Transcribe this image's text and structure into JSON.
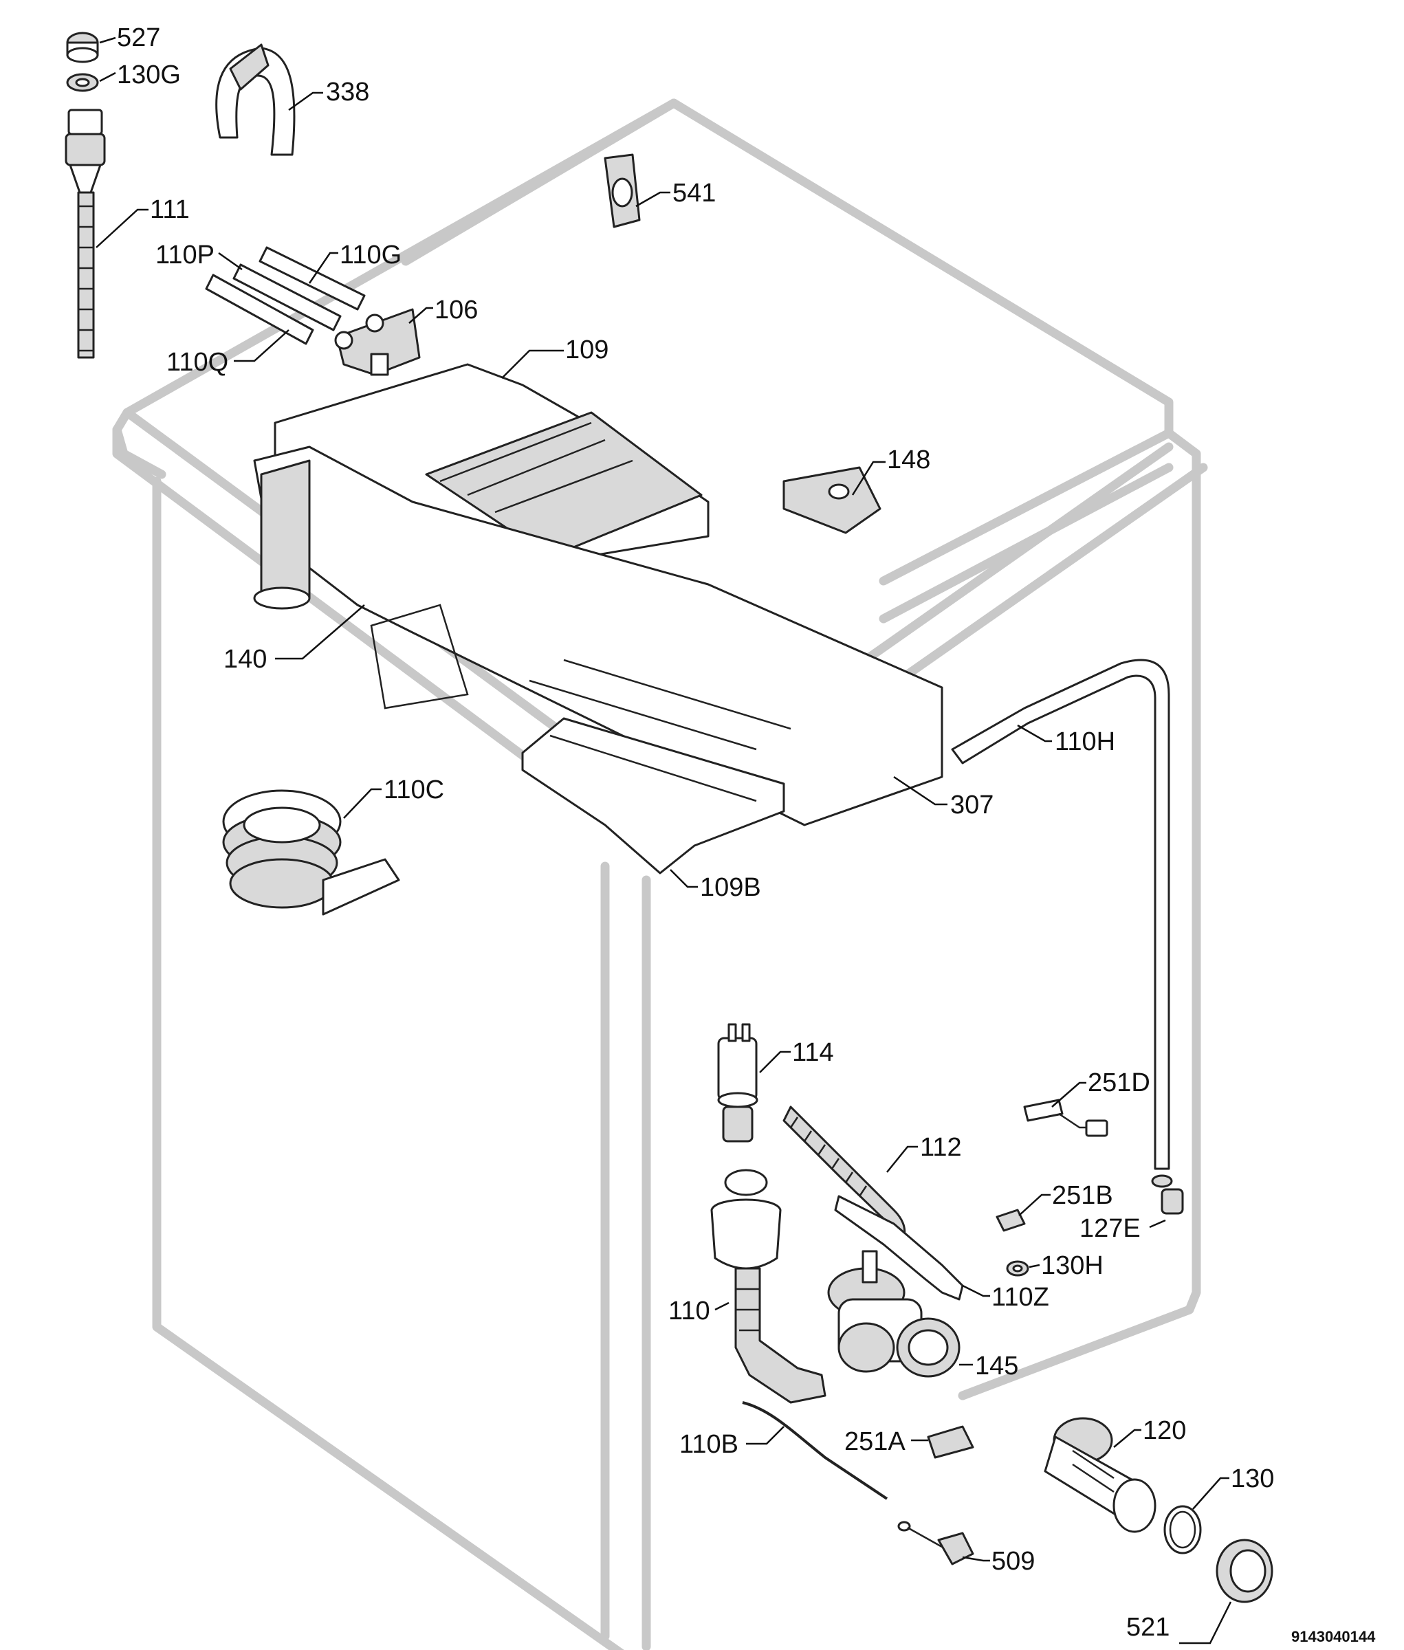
{
  "diagram": {
    "type": "exploded-parts-view",
    "document_number": "9143040144",
    "callouts": [
      {
        "id": "c527",
        "label": "527"
      },
      {
        "id": "c130g",
        "label": "130G"
      },
      {
        "id": "c338",
        "label": "338"
      },
      {
        "id": "c111",
        "label": "111"
      },
      {
        "id": "c541",
        "label": "541"
      },
      {
        "id": "c110p",
        "label": "110P"
      },
      {
        "id": "c110g",
        "label": "110G"
      },
      {
        "id": "c106",
        "label": "106"
      },
      {
        "id": "c110q",
        "label": "110Q"
      },
      {
        "id": "c109",
        "label": "109"
      },
      {
        "id": "c148",
        "label": "148"
      },
      {
        "id": "c140",
        "label": "140"
      },
      {
        "id": "c110h",
        "label": "110H"
      },
      {
        "id": "c307",
        "label": "307"
      },
      {
        "id": "c110c",
        "label": "110C"
      },
      {
        "id": "c109b",
        "label": "109B"
      },
      {
        "id": "c114",
        "label": "114"
      },
      {
        "id": "c251d",
        "label": "251D"
      },
      {
        "id": "c112",
        "label": "112"
      },
      {
        "id": "c251b",
        "label": "251B"
      },
      {
        "id": "c127e",
        "label": "127E"
      },
      {
        "id": "c130h",
        "label": "130H"
      },
      {
        "id": "c110",
        "label": "110"
      },
      {
        "id": "c110z",
        "label": "110Z"
      },
      {
        "id": "c145",
        "label": "145"
      },
      {
        "id": "c120",
        "label": "120"
      },
      {
        "id": "c110b",
        "label": "110B"
      },
      {
        "id": "c251a",
        "label": "251A"
      },
      {
        "id": "c130",
        "label": "130"
      },
      {
        "id": "c509",
        "label": "509"
      },
      {
        "id": "c521",
        "label": "521"
      }
    ]
  }
}
